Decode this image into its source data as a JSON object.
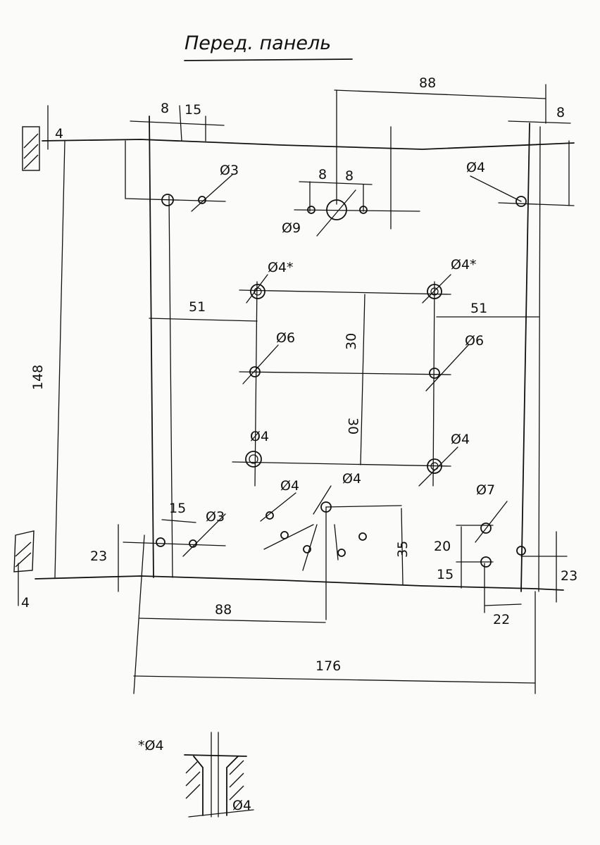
{
  "title": "Перед. панель",
  "dimensions": {
    "top_width_88": "88",
    "top_left_8": "8",
    "top_left_15": "15",
    "top_right_8": "8",
    "top_center_8_left": "8",
    "top_center_8_right": "8",
    "height_148": "148",
    "left_4_top": "4",
    "left_4_bottom": "4",
    "left_51": "51",
    "right_51": "51",
    "vertical_30_top": "30",
    "vertical_30_bottom": "30",
    "bottom_left_15": "15",
    "left_23": "23",
    "right_23": "23",
    "vertical_35": "35",
    "right_20": "20",
    "right_15": "15",
    "right_22": "22",
    "bottom_88": "88",
    "overall_176": "176"
  },
  "holes": {
    "top_left_d3": "Ø3",
    "top_center_d9": "Ø9",
    "top_right_d4": "Ø4",
    "upper_left_d4_star": "Ø4*",
    "upper_right_d4_star": "Ø4*",
    "mid_left_d6": "Ø6",
    "mid_right_d6": "Ø6",
    "lower_left_d4": "Ø4",
    "lower_right_d4": "Ø4",
    "bottom_left_d3": "Ø3",
    "speaker_small_d4": "Ø4",
    "speaker_center_d4": "Ø4",
    "bottom_right_d7": "Ø7"
  },
  "detail": {
    "label": "*Ø4",
    "inner_label": "Ø4"
  }
}
